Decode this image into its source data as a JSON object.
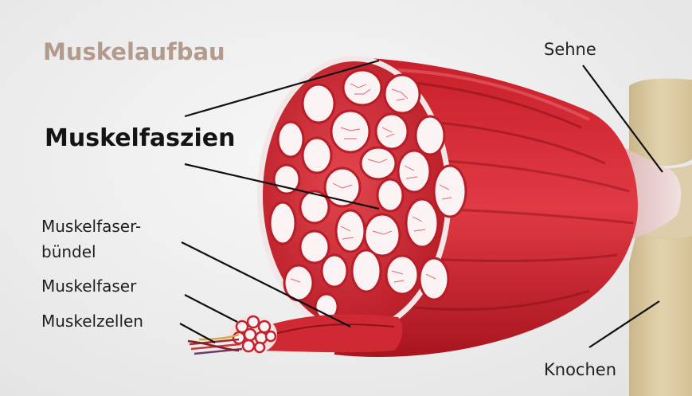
{
  "title": "Muskelaufbau",
  "labels": {
    "muskelfaszien": "Muskelfaszien",
    "muskelfaserbuendel_line1": "Muskelfaser-",
    "muskelfaserbuendel_line2": "bündel",
    "muskelfaser": "Muskelfaser",
    "muskelzellen": "Muskelzellen",
    "sehne": "Sehne",
    "knochen": "Knochen"
  },
  "colors": {
    "title": "#b29a8c",
    "muscle": "#d42b35",
    "muscle_dark": "#a4161f",
    "fascia": "#f4ecec",
    "bone": "#dccaa3",
    "tendon": "#e8d4d4"
  }
}
